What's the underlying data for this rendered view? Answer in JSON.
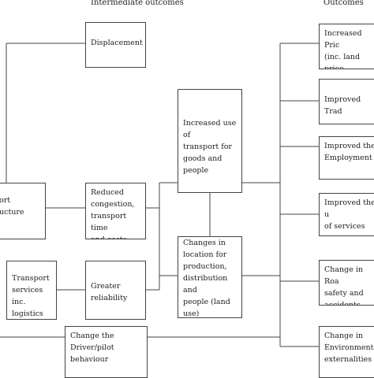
{
  "headers": {
    "intermediate": "Intermediate outcomes",
    "outcomes": "Outcomes"
  },
  "boxes": {
    "transport_infra": "ort\nucture",
    "transport_services": "Transport\nservices  inc.\nlogistics",
    "displacement": "Displacement",
    "reduced_congestion": "Reduced\ncongestion,\ntransport time\nand costs",
    "greater_reliability": "Greater\nreliability",
    "driver_behaviour": "Change the\nDriver/pilot\nbehaviour",
    "increased_use": "Increased use of\ntransport for\ngoods and\npeople",
    "changes_location": "Changes in\nlocation for\nproduction,\ndistribution and\npeople (land\nuse)",
    "increased_prices": "Increased Pric\n(inc. land price",
    "improved_trade": "Improved Trad",
    "improved_employment": "Improved the\nEmployment",
    "improved_services": "Improved the u\nof services",
    "road_safety": "Change in Roa\nsafety and\naccidents",
    "environmental": "Change in\nEnvironmental\nexternalities"
  }
}
